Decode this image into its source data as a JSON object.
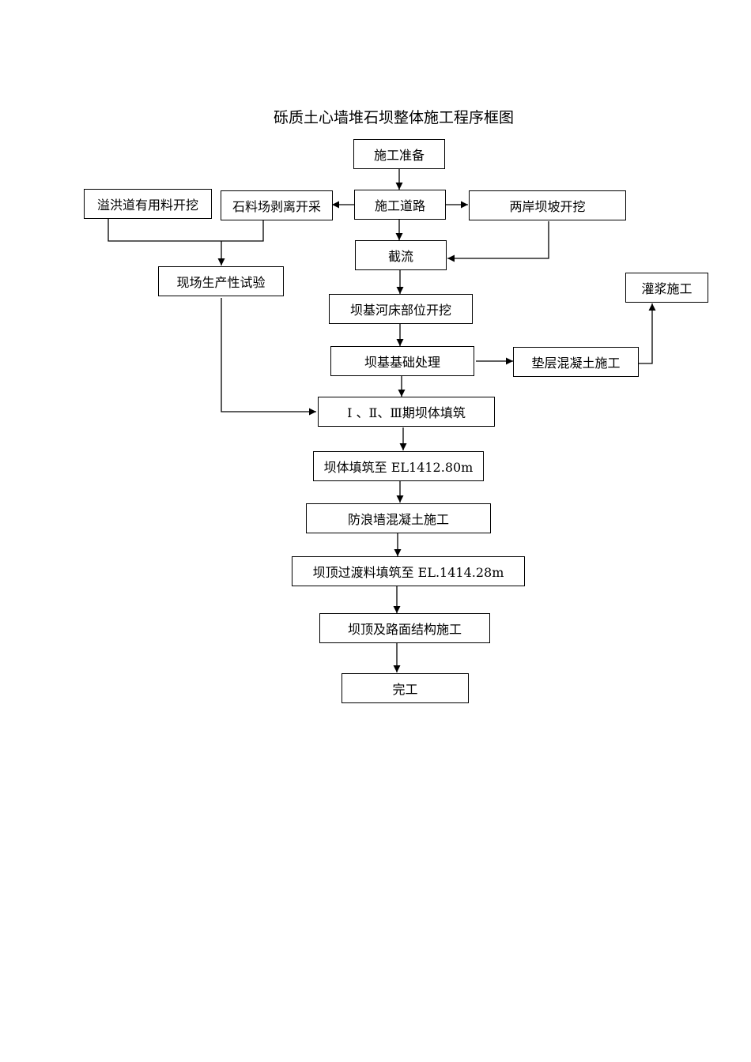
{
  "title": "砾质土心墙堆石坝整体施工程序框图",
  "nodes": {
    "prep": "施工准备",
    "road": "施工道路",
    "spillway": "溢洪道有用料开挖",
    "quarry": "石料场剥离开采",
    "banks": "两岸坝坡开挖",
    "closure": "截流",
    "test": "现场生产性试验",
    "grout": "灌浆施工",
    "riverbed": "坝基河床部位开挖",
    "foundation": "坝基基础处理",
    "cushion": "垫层混凝土施工",
    "stages": "Ⅰ 、Ⅱ、Ⅲ期坝体填筑",
    "fill1412": "坝体填筑至 EL1412.80m",
    "wave": "防浪墙混凝土施工",
    "crest_fill": "坝顶过渡料填筑至 EL.1414.28m",
    "crest_road": "坝顶及路面结构施工",
    "done": "完工"
  }
}
